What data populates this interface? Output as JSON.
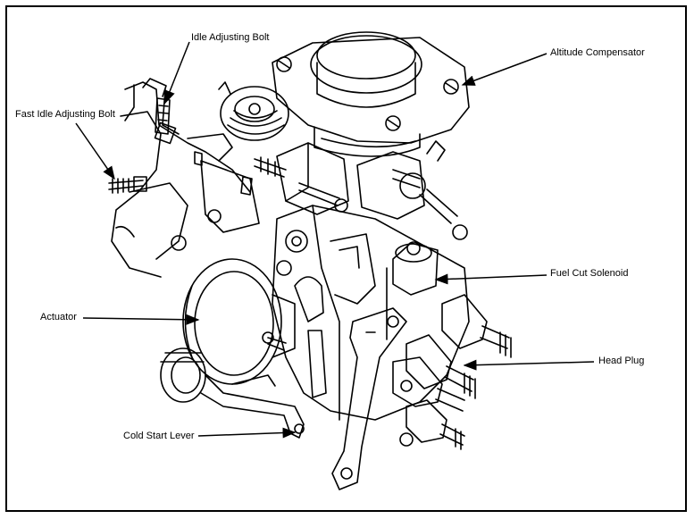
{
  "labels": {
    "idle_adjusting_bolt": "Idle Adjusting Bolt",
    "altitude_compensator": "Altitude Compensator",
    "fast_idle_adjusting_bolt": "Fast Idle Adjusting Bolt",
    "fuel_cut_solenoid": "Fuel Cut Solenoid",
    "actuator": "Actuator",
    "head_plug": "Head Plug",
    "cold_start_lever": "Cold Start Lever"
  }
}
